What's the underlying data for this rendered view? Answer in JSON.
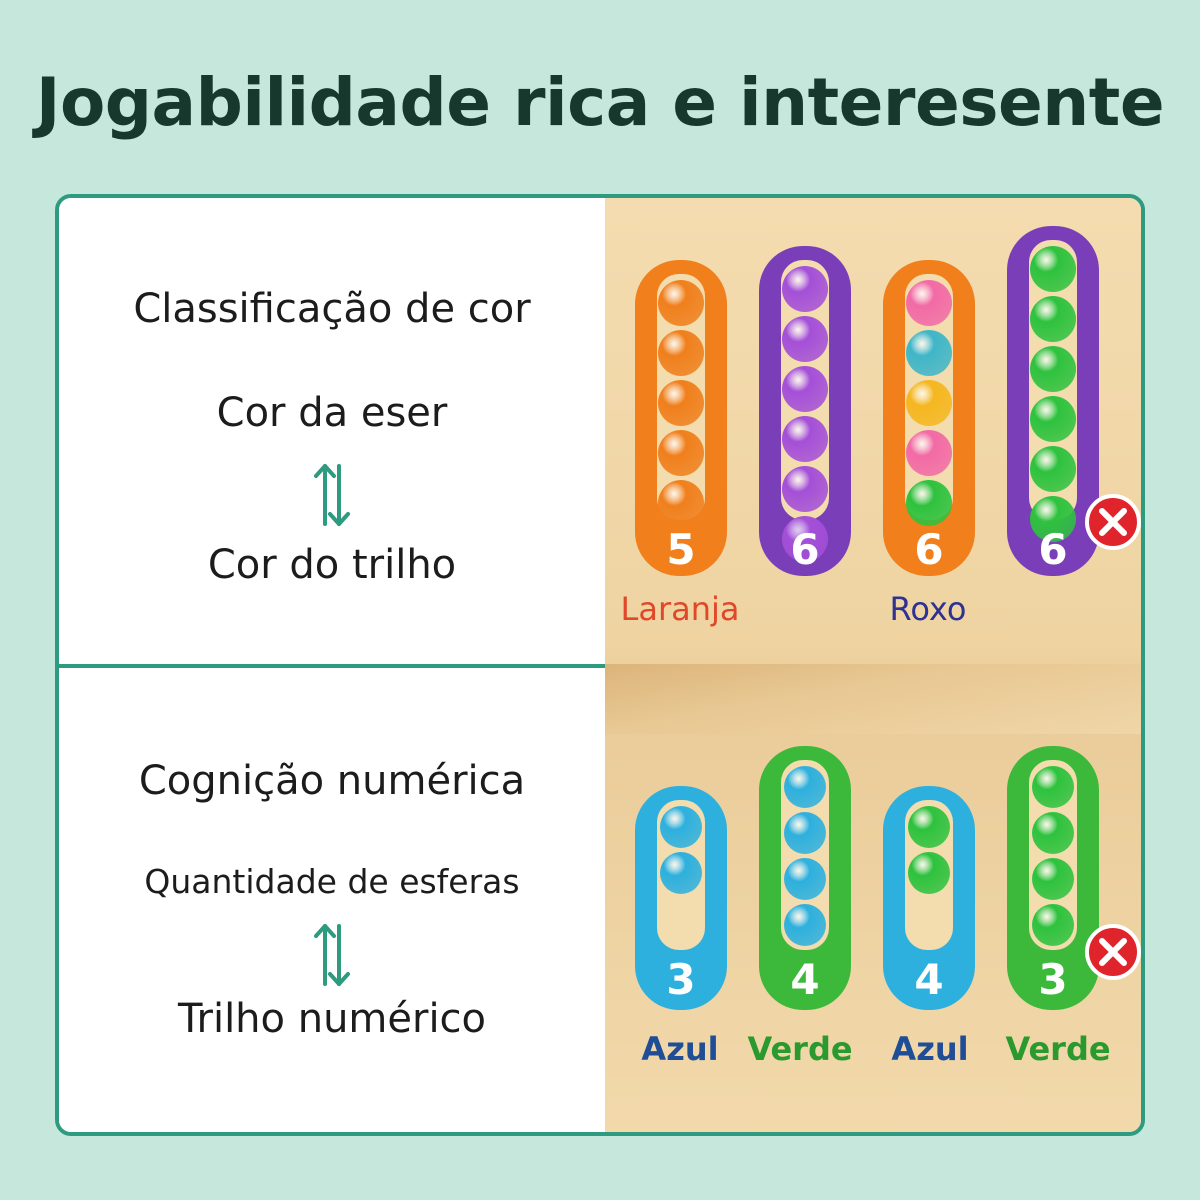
{
  "heading": "Jogabilidade rica e interesente",
  "top_panel": {
    "title": "Classificação de cor",
    "line1": "Cor da eser",
    "line2": "Cor do trilho",
    "arrow_icon": "up-down-arrows-icon",
    "rods": [
      {
        "number": "5",
        "rod_color": "#f07f1c",
        "beads": [
          "#f07f1c",
          "#f07f1c",
          "#f07f1c",
          "#f07f1c",
          "#f07f1c"
        ]
      },
      {
        "number": "6",
        "rod_color": "#7a3fb8",
        "beads": [
          "#a44fd8",
          "#a44fd8",
          "#a44fd8",
          "#a44fd8",
          "#a44fd8",
          "#a44fd8"
        ]
      },
      {
        "number": "6",
        "rod_color": "#f07f1c",
        "beads": [
          "#f26aa6",
          "#3fb6c8",
          "#f5b720",
          "#f26aa6",
          "#2ec23e"
        ]
      },
      {
        "number": "6",
        "rod_color": "#7a3fb8",
        "beads": [
          "#2ec23e",
          "#2ec23e",
          "#2ec23e",
          "#2ec23e",
          "#2ec23e",
          "#2ec23e"
        ]
      }
    ],
    "labels": [
      "Laranja",
      "Roxo"
    ],
    "wrong_icon": "red-x-icon"
  },
  "bottom_panel": {
    "title": "Cognição numérica",
    "line1": "Quantidade de esferas",
    "line2": "Trilho numérico",
    "arrow_icon": "up-down-arrows-icon",
    "rods": [
      {
        "number": "3",
        "rod_color": "#2db0de",
        "beads": [
          "#2db0de",
          "#2db0de"
        ]
      },
      {
        "number": "4",
        "rod_color": "#3cb83a",
        "beads": [
          "#2db0de",
          "#2db0de",
          "#2db0de",
          "#2db0de"
        ]
      },
      {
        "number": "4",
        "rod_color": "#2db0de",
        "beads": [
          "#2ec23e",
          "#2ec23e"
        ]
      },
      {
        "number": "3",
        "rod_color": "#3cb83a",
        "beads": [
          "#2ec23e",
          "#2ec23e",
          "#2ec23e",
          "#2ec23e"
        ]
      }
    ],
    "labels": [
      "Azul",
      "Verde",
      "Azul",
      "Verde"
    ],
    "wrong_icon": "red-x-icon"
  }
}
